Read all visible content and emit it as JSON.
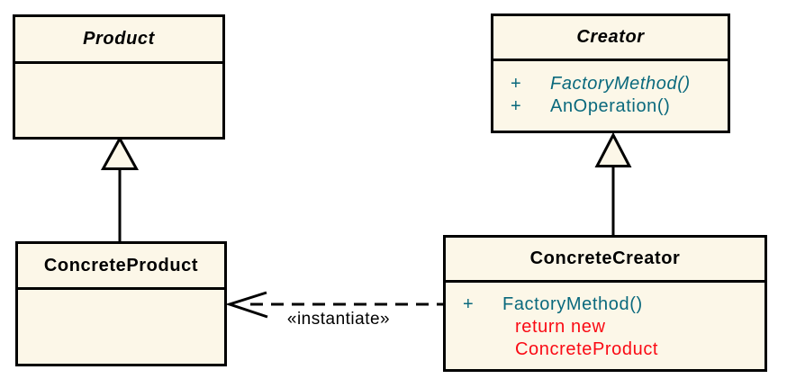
{
  "diagram": {
    "kind": "uml-class-diagram",
    "pattern": "Factory Method",
    "colors": {
      "box_fill": "#fcf7e8",
      "border": "#000000",
      "method_text": "#0a697d",
      "note_text": "#fa0a14",
      "label_text": "#000000",
      "background": "#ffffff"
    },
    "classes": [
      {
        "id": "product",
        "name": "Product",
        "abstract": true,
        "methods": []
      },
      {
        "id": "creator",
        "name": "Creator",
        "abstract": true,
        "methods": [
          {
            "visibility": "+",
            "signature": "FactoryMethod()",
            "abstract": true
          },
          {
            "visibility": "+",
            "signature": "AnOperation()",
            "abstract": false
          }
        ]
      },
      {
        "id": "concrete-product",
        "name": "ConcreteProduct",
        "abstract": false,
        "methods": []
      },
      {
        "id": "concrete-creator",
        "name": "ConcreteCreator",
        "abstract": false,
        "methods": [
          {
            "visibility": "+",
            "signature": "FactoryMethod()",
            "abstract": false
          }
        ],
        "note_lines": [
          "return new",
          "ConcreteProduct"
        ]
      }
    ],
    "relations": [
      {
        "type": "generalization",
        "from": "ConcreteProduct",
        "to": "Product"
      },
      {
        "type": "generalization",
        "from": "ConcreteCreator",
        "to": "Creator"
      },
      {
        "type": "dependency",
        "from": "ConcreteCreator",
        "to": "ConcreteProduct",
        "stereotype": "«instantiate»"
      }
    ]
  }
}
